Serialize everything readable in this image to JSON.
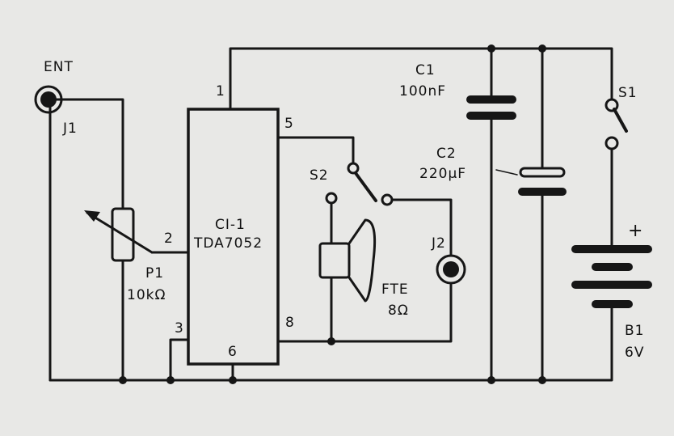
{
  "labels": {
    "ent": "ENT",
    "j1": "J1",
    "p1_name": "P1",
    "p1_value": "10kΩ",
    "ic_name": "CI-1",
    "ic_part": "TDA7052",
    "pin1": "1",
    "pin2": "2",
    "pin3": "3",
    "pin5": "5",
    "pin6": "6",
    "pin8": "8",
    "s2": "S2",
    "j2": "J2",
    "fte_name": "FTE",
    "fte_value": "8Ω",
    "c1_name": "C1",
    "c1_value": "100nF",
    "c2_name": "C2",
    "c2_value": "220µF",
    "s1": "S1",
    "plus": "+",
    "b1_name": "B1",
    "b1_value": "6V"
  }
}
